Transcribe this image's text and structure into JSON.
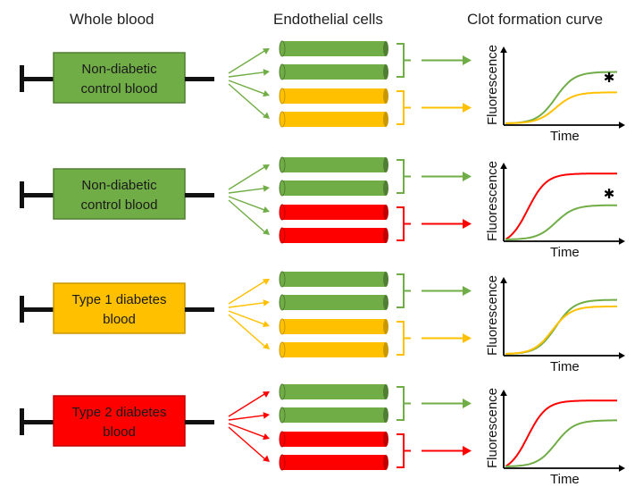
{
  "headers": {
    "whole_blood": "Whole blood",
    "endothelial_cells": "Endothelial cells",
    "clot_curve": "Clot formation curve"
  },
  "colors": {
    "green": "#70ad47",
    "green_dark": "#507e32",
    "yellow": "#ffc000",
    "yellow_dark": "#c99700",
    "red": "#ff0000",
    "red_dark": "#c00000",
    "axis": "#000000"
  },
  "rows": [
    {
      "blood_line1": "Non-diabetic",
      "blood_line2": "control blood",
      "blood_color": "green",
      "cell_colors": [
        "green",
        "green",
        "yellow",
        "yellow"
      ],
      "xlabel": "Time",
      "ylabel": "Fluorescence",
      "asterisk": "✱",
      "curves": [
        {
          "color": "green",
          "level": 0.78,
          "midpoint": 0.45
        },
        {
          "color": "yellow",
          "level": 0.47,
          "midpoint": 0.45
        }
      ]
    },
    {
      "blood_line1": "Non-diabetic",
      "blood_line2": "control blood",
      "blood_color": "green",
      "cell_colors": [
        "green",
        "green",
        "red",
        "red"
      ],
      "xlabel": "Time",
      "ylabel": "Fluorescence",
      "asterisk": "✱",
      "curves": [
        {
          "color": "red",
          "level": 1.0,
          "midpoint": 0.2
        },
        {
          "color": "green",
          "level": 0.52,
          "midpoint": 0.45
        }
      ]
    },
    {
      "blood_line1": "Type 1 diabetes",
      "blood_line2": "blood",
      "blood_color": "yellow",
      "cell_colors": [
        "green",
        "green",
        "yellow",
        "yellow"
      ],
      "xlabel": "Time",
      "ylabel": "Fluorescence",
      "asterisk": "",
      "curves": [
        {
          "color": "green",
          "level": 0.82,
          "midpoint": 0.45
        },
        {
          "color": "yellow",
          "level": 0.72,
          "midpoint": 0.42
        }
      ]
    },
    {
      "blood_line1": "Type 2 diabetes",
      "blood_line2": "blood",
      "blood_color": "red",
      "cell_colors": [
        "green",
        "green",
        "red",
        "red"
      ],
      "xlabel": "Time",
      "ylabel": "Fluorescence",
      "asterisk": "",
      "curves": [
        {
          "color": "red",
          "level": 1.0,
          "midpoint": 0.2
        },
        {
          "color": "green",
          "level": 0.7,
          "midpoint": 0.45
        }
      ]
    }
  ]
}
